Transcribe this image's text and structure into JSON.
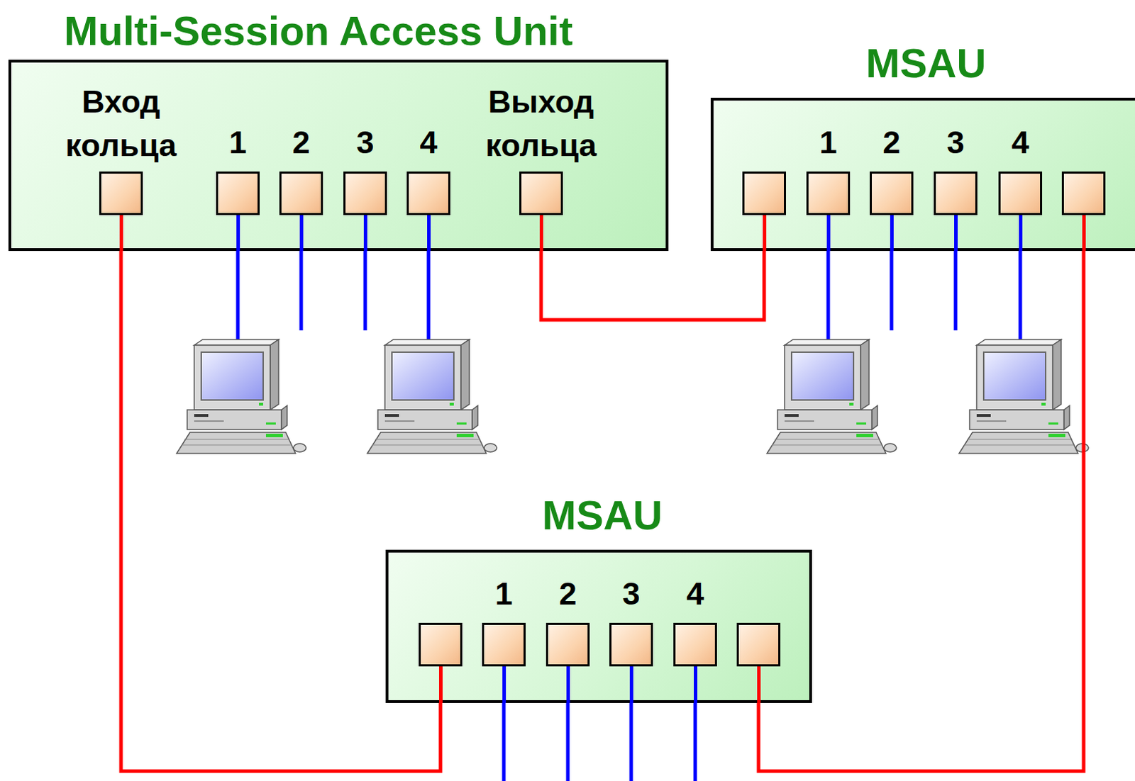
{
  "diagram": {
    "nodes": [
      {
        "text": [
          "Multi-Session Access Unit"
        ]
      },
      {
        "text": [
          "Вход кольца"
        ],
        "in": 0
      },
      {
        "text": [
          "1"
        ],
        "in": 0
      },
      {
        "text": [
          "2"
        ],
        "in": 0
      },
      {
        "text": [
          "3"
        ],
        "in": 0
      },
      {
        "text": [
          "4"
        ],
        "in": 0
      },
      {
        "text": [
          "Выход кольца"
        ],
        "in": 0
      },
      {
        "text": [
          "MSAU"
        ]
      },
      {
        "text": [
          "1"
        ],
        "in": 7
      },
      {
        "text": [
          "2"
        ],
        "in": 7
      },
      {
        "text": [
          "3"
        ],
        "in": 7
      },
      {
        "text": [
          "4"
        ],
        "in": 7
      },
      {
        "text": [
          "MSAU"
        ]
      },
      {
        "text": [
          "1"
        ],
        "in": 12
      },
      {
        "text": [
          "2"
        ],
        "in": 12
      },
      {
        "text": [
          "3"
        ],
        "in": 12
      },
      {
        "text": [
          "4"
        ],
        "in": 12
      }
    ],
    "edges": [
      {
        "from": 6,
        "to": 7,
        "arrow": "none"
      },
      {
        "from": 7,
        "to": 12,
        "arrow": "none"
      },
      {
        "from": 12,
        "to": 1,
        "arrow": "none"
      }
    ]
  }
}
